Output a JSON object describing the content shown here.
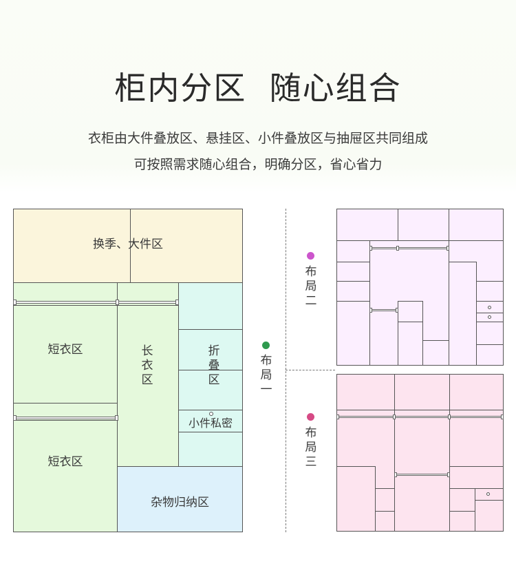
{
  "header": {
    "title": "柜内分区  随心组合",
    "subtitle_line1": "衣柜由大件叠放区、悬挂区、小件叠放区与抽屉区共同组成",
    "subtitle_line2": "可按照需求随心组合，明确分区，省心省力"
  },
  "layout_one": {
    "name": "布局一",
    "dot_color": "#2e9a4e",
    "zones": {
      "seasonal": "换季、大件区",
      "short_top": "短衣区",
      "long": "长衣区",
      "fold": "折叠区",
      "private": "小件私密",
      "short_bottom": "短衣区",
      "storage": "杂物归纳区"
    }
  },
  "layout_two": {
    "name": "布局二",
    "dot_color": "#cc55cc"
  },
  "layout_three": {
    "name": "布局三",
    "dot_color": "#d64a85"
  },
  "colors": {
    "seasonal": "#fbf5dc",
    "hanging": "#e5f9dc",
    "folding": "#ddf9f2",
    "storage": "#ddf1fb",
    "layout_two_fill": "#fcefff",
    "layout_three_fill": "#fde4ef"
  }
}
